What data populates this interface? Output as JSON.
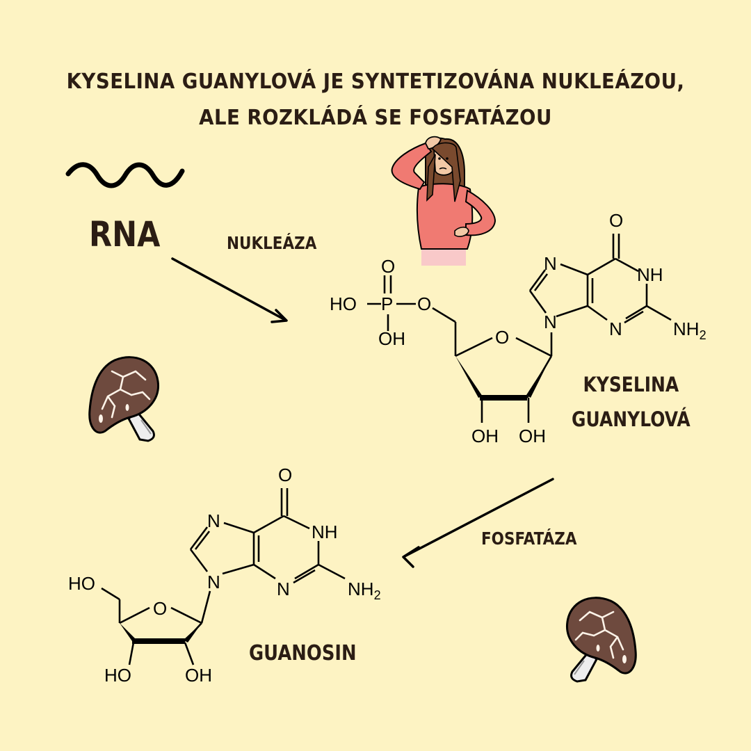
{
  "title": {
    "line1": "Kyselina guanylová je syntetizována nukleázou,",
    "line2": "ale rozkládá se fosfatázou"
  },
  "labels": {
    "rna": "RNA",
    "nukleaza": "Nukleáza",
    "kyselina_guanylova_line1": "Kyselina",
    "kyselina_guanylova_line2": "guanylová",
    "fosfataza": "Fosfatáza",
    "guanosin": "Guanosin"
  },
  "molecule_gmp": {
    "phosphate_oh": "HO",
    "phosphate_p": "P",
    "phosphate_o_top": "O",
    "phosphate_o_link": "O",
    "phosphate_oh_bottom": "OH",
    "ring_o": "O",
    "oh_left": "OH",
    "oh_right": "OH",
    "carbonyl_o": "O",
    "n7": "N",
    "n9": "N",
    "n1h": "NH",
    "n3": "N",
    "nh2": "NH",
    "nh2_sub": "2"
  },
  "molecule_guanosin": {
    "ho_top": "HO",
    "ring_o": "O",
    "oh_left": "HO",
    "oh_right": "OH",
    "carbonyl_o": "O",
    "n7": "N",
    "n9": "N",
    "n1h": "NH",
    "n3": "N",
    "nh2": "NH",
    "nh2_sub": "2"
  },
  "icons": {
    "wave": "rna-wave-icon",
    "person": "confused-woman-illustration",
    "mushroom": "shiitake-mushroom-icon"
  },
  "colors": {
    "background": "#fdf3c3",
    "text": "#2b1d14",
    "mushroom_cap": "#6e4a3e",
    "sweater": "#f07a72"
  }
}
